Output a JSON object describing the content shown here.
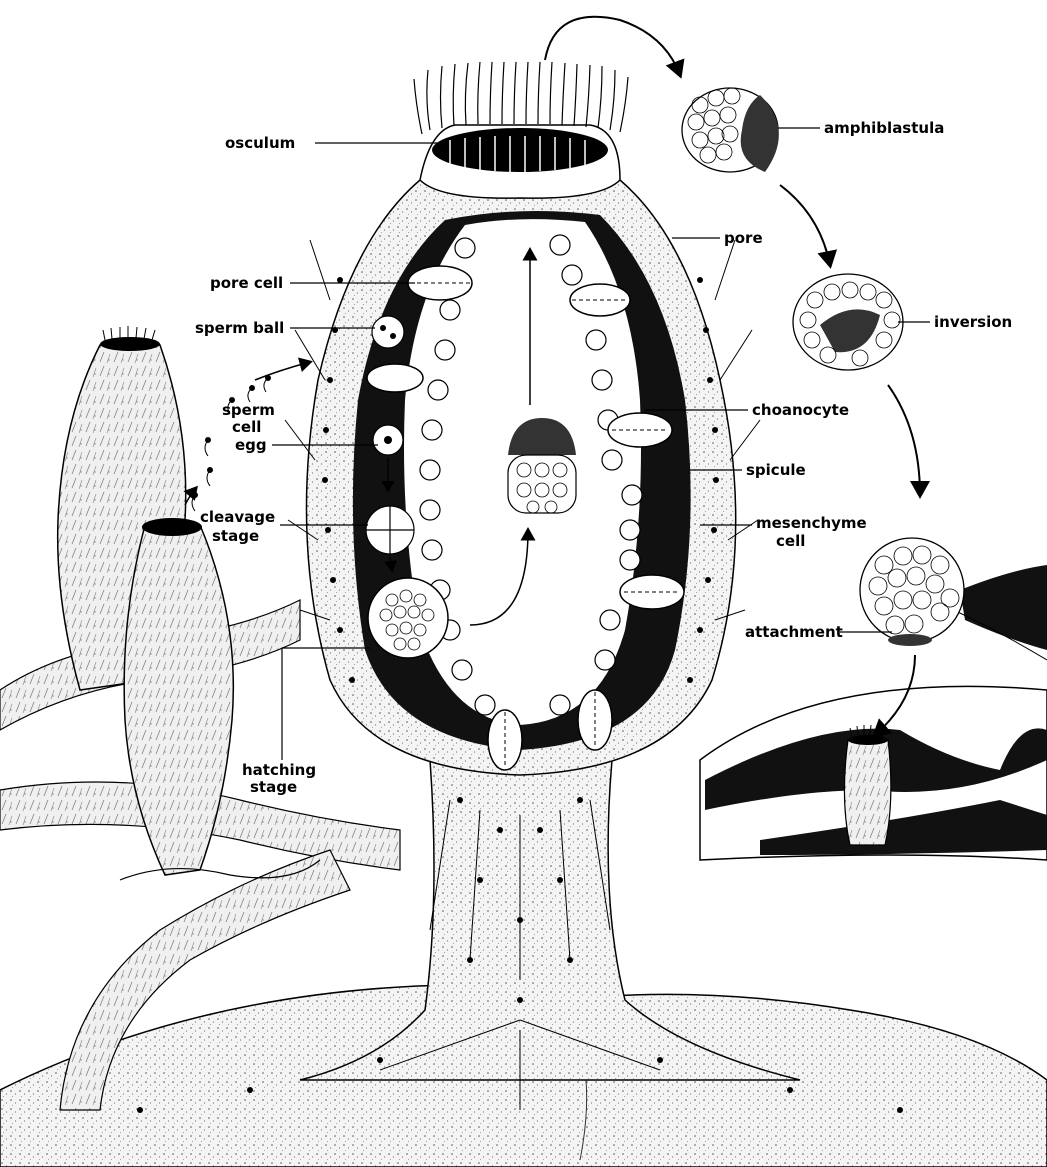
{
  "colors": {
    "ink": "#000000",
    "paper": "#ffffff",
    "tissue": "#f2f2f2",
    "cavity": "#111111"
  },
  "labels": {
    "osculum": "osculum",
    "pore_cell": "pore cell",
    "sperm_ball": "sperm ball",
    "sperm_cell_1": "sperm",
    "sperm_cell_2": "cell",
    "egg": "egg",
    "cleavage_1": "cleavage",
    "cleavage_2": "stage",
    "hatching_1": "hatching",
    "hatching_2": "stage",
    "pore": "pore",
    "amphiblastula": "amphiblastula",
    "inversion": "inversion",
    "choanocyte": "choanocyte",
    "spicule": "spicule",
    "mesenchyme_1": "mesenchyme",
    "mesenchyme_2": "cell",
    "attachment": "attachment"
  }
}
